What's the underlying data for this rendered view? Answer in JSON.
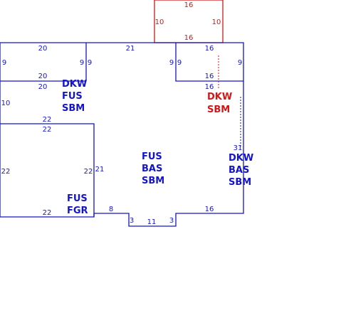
{
  "colors": {
    "blue": "#1515c8",
    "red": "#d01818"
  },
  "dimensions": {
    "red_top": "16",
    "red_left": "10",
    "red_right": "10",
    "red_bottom": "16",
    "ul_top": "20",
    "ul_left": "9",
    "ul_right": "9",
    "ul_bottom": "20",
    "mid_top": "21",
    "mid_left": "9",
    "mid_right": "9",
    "ur_top": "16",
    "ur_left": "9",
    "ur_right": "9",
    "ur_bottom": "16",
    "ur_below": "16",
    "lower_left_top": "20",
    "lower_left_side": "10",
    "lower_left_bottom": "22",
    "box_top": "22",
    "box_left": "22",
    "box_right": "22",
    "box_bottom": "22",
    "main_left": "21",
    "main_right": "31",
    "bottom_8": "8",
    "bottom_3a": "3",
    "bottom_11": "11",
    "bottom_3b": "3",
    "bottom_16": "16"
  },
  "labels": {
    "dkw_fus_sbm": [
      "DKW",
      "FUS",
      "SBM"
    ],
    "dkw_sbm_red": [
      "DKW",
      "SBM"
    ],
    "fus_bas_sbm": [
      "FUS",
      "BAS",
      "SBM"
    ],
    "dkw_bas_sbm": [
      "DKW",
      "BAS",
      "SBM"
    ],
    "fus_fgr": [
      "FUS",
      "FGR"
    ]
  }
}
